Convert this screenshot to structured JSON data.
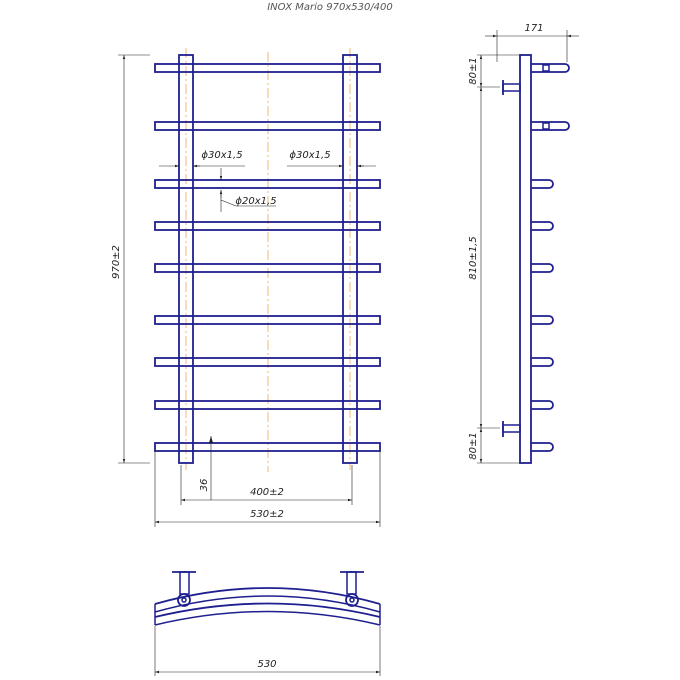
{
  "title": "INOX Mario 970x530/400",
  "front_view": {
    "height_label": "970±2",
    "width_label": "530±2",
    "spacing_label": "400±2",
    "offset_label": "36",
    "diam_left_label": "ϕ30x1,5",
    "diam_right_label": "ϕ30x1,5",
    "diam_rung_label": "ϕ20x1,5"
  },
  "side_view": {
    "depth_label": "171",
    "top_label": "80±1",
    "middle_label": "810±1,5",
    "bottom_label": "80±1"
  },
  "top_view": {
    "width_label": "530"
  },
  "colors": {
    "part": "#1f1f8f",
    "axis": "#e08a1a",
    "dimension": "#222222"
  }
}
